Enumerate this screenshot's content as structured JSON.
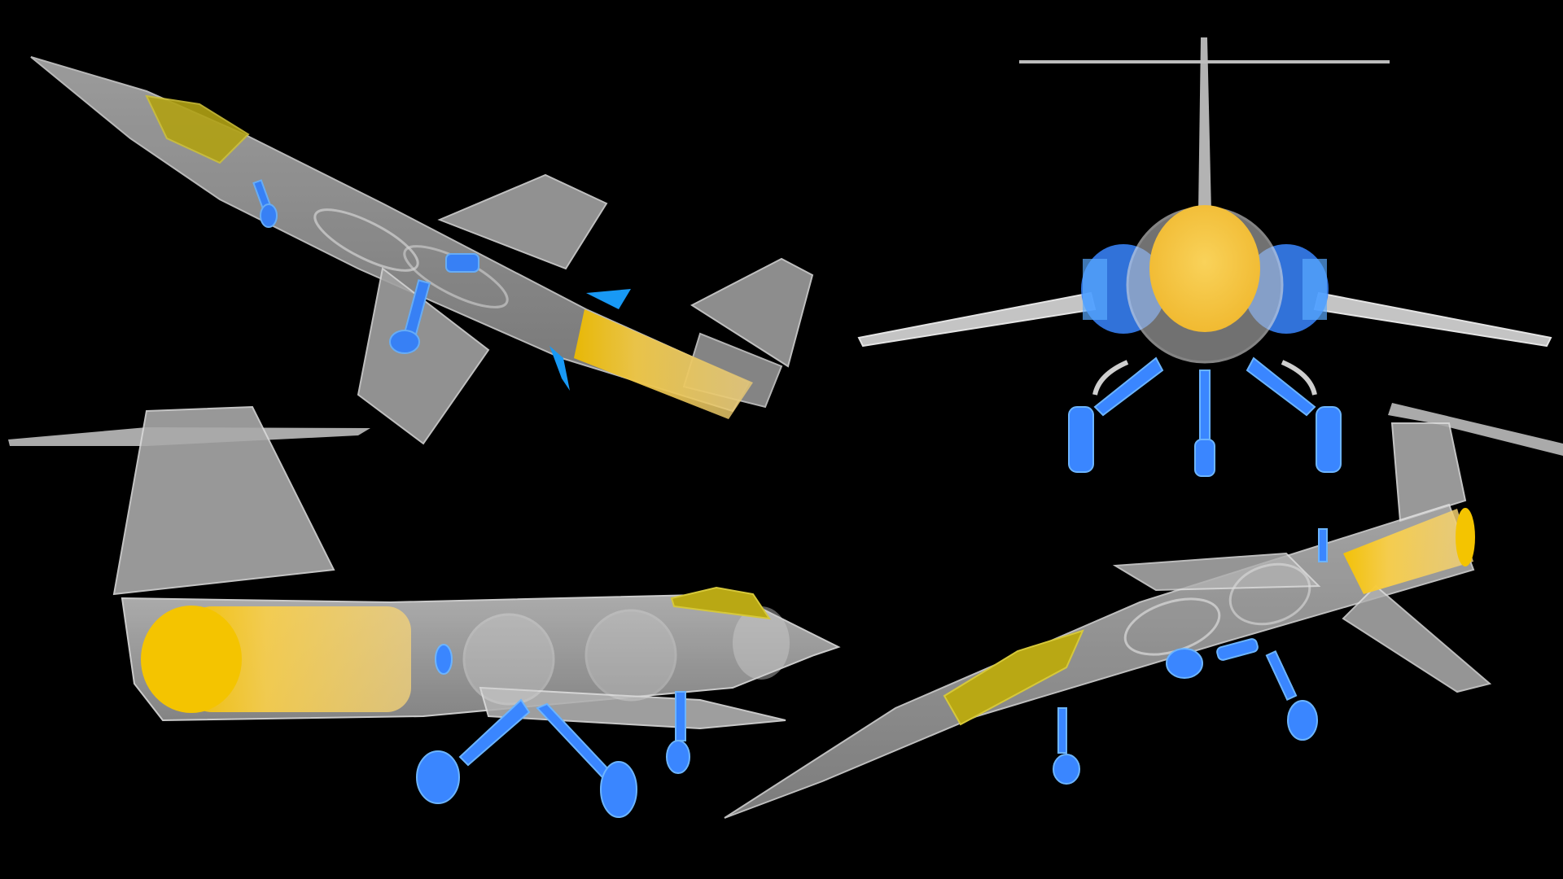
{
  "scene": {
    "background": "#000000",
    "subject": "xray-jet-fighter",
    "views": [
      "top-left-underside",
      "top-right-front",
      "bottom-left-side",
      "bottom-right-perspective"
    ]
  },
  "colors": {
    "airframe": "#b8b8b8",
    "airframe_edge": "#e6e6e6",
    "engine": "#f5c542",
    "engine_core": "#f4c400",
    "canopy": "#b9a814",
    "landing_gear": "#3a86ff",
    "landing_gear_light": "#5aa9ff",
    "cyan_part": "#1aa0ff"
  }
}
